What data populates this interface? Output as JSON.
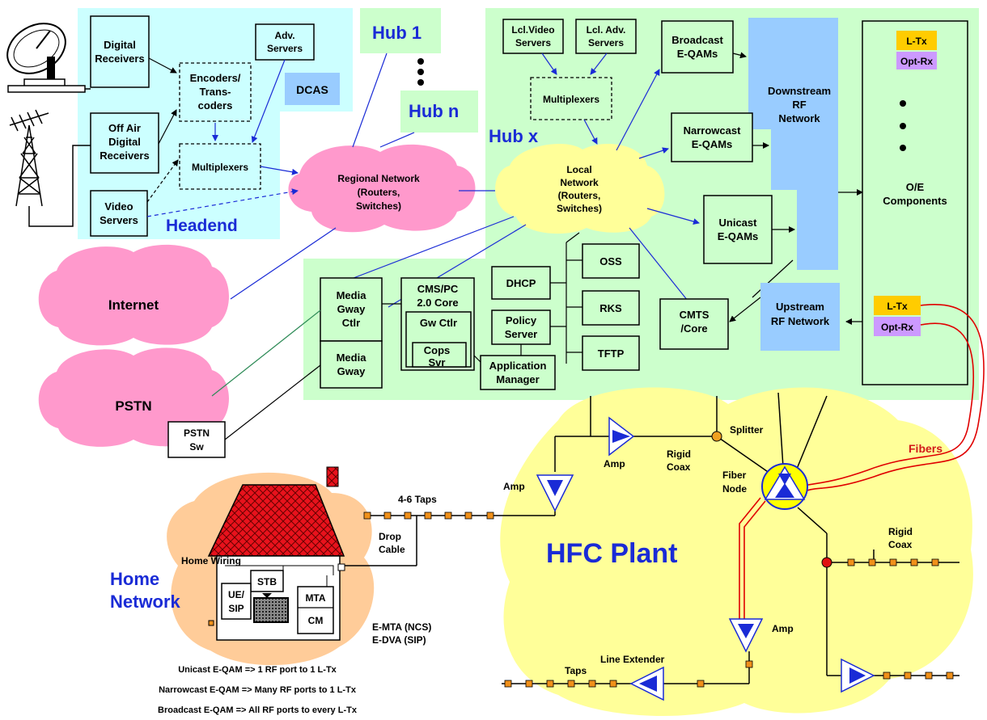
{
  "headend": {
    "title": "Headend",
    "digital_receivers": [
      "Digital",
      "Receivers"
    ],
    "off_air": [
      "Off Air",
      "Digital",
      "Receivers"
    ],
    "video_servers": [
      "Video",
      "Servers"
    ],
    "encoders": [
      "Encoders/",
      "Trans-",
      "coders"
    ],
    "multiplexers": "Multiplexers",
    "adv_servers": [
      "Adv.",
      "Servers"
    ],
    "dcas": "DCAS"
  },
  "hubs": {
    "hub1": "Hub 1",
    "hubn": "Hub n",
    "hubx": "Hub x"
  },
  "hubx": {
    "lcl_video": [
      "Lcl.Video",
      "Servers"
    ],
    "lcl_adv": [
      "Lcl. Adv.",
      "Servers"
    ],
    "multiplexers": "Multiplexers",
    "broadcast": [
      "Broadcast",
      "E-QAMs"
    ],
    "narrowcast": [
      "Narrowcast",
      "E-QAMs"
    ],
    "unicast": [
      "Unicast",
      "E-QAMs"
    ],
    "downstream": [
      "Downstream",
      "RF",
      "Network"
    ],
    "upstream": [
      "Upstream",
      "RF Network"
    ],
    "oe": [
      "O/E",
      "Components"
    ],
    "ltx": "L-Tx",
    "optrx": "Opt-Rx",
    "local_network": [
      "Local",
      "Network",
      "(Routers,",
      "Switches)"
    ],
    "cmts": [
      "CMTS",
      "/Core"
    ],
    "oss": "OSS",
    "rks": "RKS",
    "tftp": "TFTP",
    "dhcp": "DHCP",
    "policy": [
      "Policy",
      "Server"
    ],
    "app_manager": [
      "Application",
      "Manager"
    ],
    "cms": [
      "CMS/PC",
      "2.0 Core"
    ],
    "gw_ctlr": "Gw Ctlr",
    "cops": [
      "Cops",
      "Svr"
    ],
    "media_gway_ctlr": [
      "Media",
      "Gway",
      "Ctlr"
    ],
    "media_gway": [
      "Media",
      "Gway"
    ]
  },
  "clouds": {
    "regional": [
      "Regional Network",
      "(Routers,",
      "Switches)"
    ],
    "internet": "Internet",
    "pstn": "PSTN",
    "pstn_sw": [
      "PSTN",
      "Sw"
    ]
  },
  "hfc": {
    "title": "HFC Plant",
    "fibers": "Fibers",
    "splitter": "Splitter",
    "amp": "Amp",
    "rigid_coax": [
      "Rigid",
      "Coax"
    ],
    "fiber_node": [
      "Fiber",
      "Node"
    ],
    "taps_46": "4-6 Taps",
    "drop_cable": [
      "Drop",
      "Cable"
    ],
    "taps": "Taps",
    "line_extender": "Line Extender"
  },
  "home": {
    "title": [
      "Home",
      "Network"
    ],
    "home_wiring": "Home Wiring",
    "stb": "STB",
    "ue_sip": [
      "UE/",
      "SIP"
    ],
    "mta": "MTA",
    "cm": "CM",
    "emta": [
      "E-MTA (NCS)",
      "E-DVA (SIP)"
    ]
  },
  "notes": [
    "Unicast E-QAM => 1 RF port to 1 L-Tx",
    "Narrowcast E-QAM => Many RF ports to 1 L-Tx",
    "Broadcast E-QAM => All RF ports to every L-Tx"
  ],
  "colors": {
    "headend_bg": "#ccffff",
    "hub_bg": "#ccffcc",
    "rf_net": "#99ccff",
    "cloud_pink": "#ff99cc",
    "cloud_yellow": "#ffff99",
    "ltx": "#ffcc00",
    "optrx": "#cc99ff",
    "house_bg": "#ffcc99",
    "roof": "#e8121c",
    "fiber": "#e00000",
    "amp": "#1a2bd6"
  }
}
